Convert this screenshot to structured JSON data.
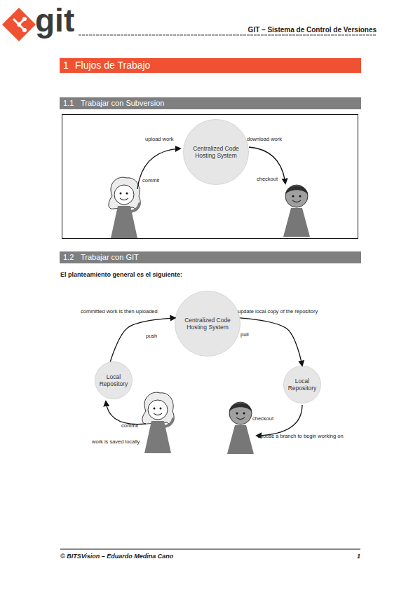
{
  "diagram": {
    "title": "Flujos de Trabajo",
    "nodes": [
      {
        "text": [
          "1.1",
          "Trabajar con Subversion"
        ]
      },
      {
        "text": [
          "Centralized Code Hosting System"
        ]
      },
      {
        "text": [
          "1.2",
          "Trabajar con GIT"
        ]
      },
      {
        "text": [
          "Centralized Code Hosting System"
        ]
      },
      {
        "text": [
          "Local Repository"
        ]
      },
      {
        "text": [
          "Local Repository"
        ]
      }
    ],
    "edges": [
      {
        "from": 4,
        "to": 3,
        "label": "push",
        "arrow": "to"
      },
      {
        "from": 3,
        "to": 5,
        "label": "pull",
        "arrow": "to"
      }
    ],
    "labels": [
      "git",
      "GIT – Sistema de Control de Versiones",
      "1",
      "upload work",
      "commit",
      "download work",
      "checkout",
      "El planteamiento general es el siguiente:",
      "committed work is then uploaded",
      "update local copy of the repository",
      "commit",
      "work is saved locally",
      "checkout",
      "choose a branch to begin working on",
      "© BITSVision – Eduardo Medina Cano",
      "1"
    ]
  }
}
